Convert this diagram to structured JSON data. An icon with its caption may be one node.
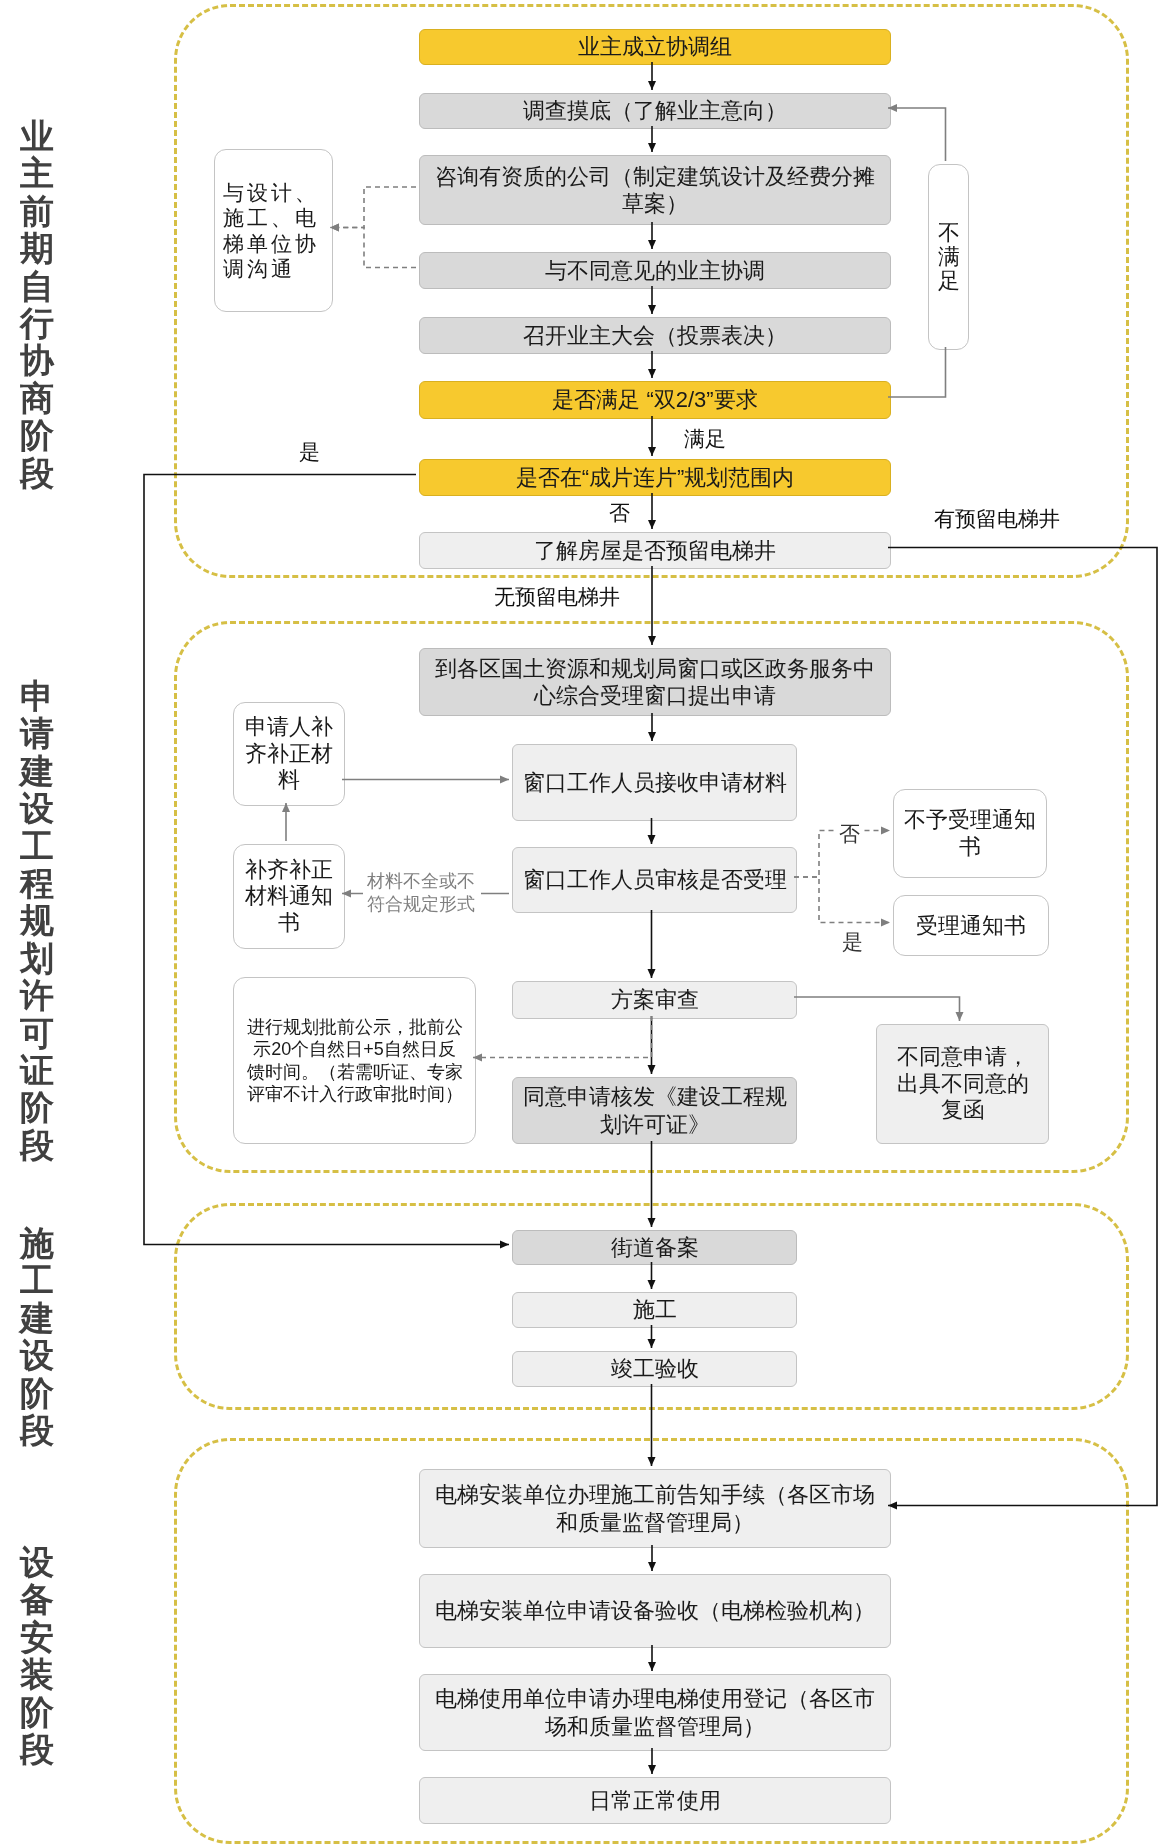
{
  "diagram": {
    "nodes": [
      {
        "text": [],
        "shape": "box"
      },
      {
        "text": [],
        "shape": "box"
      },
      {
        "text": [],
        "shape": "box"
      },
      {
        "text": [],
        "shape": "box"
      },
      {
        "text": [
          "业主成立协调组"
        ],
        "in": 0
      },
      {
        "text": [
          "调查摸底（了解业主意向）"
        ],
        "in": 0
      },
      {
        "text": [
          "咨询有资质的公司（制定建筑设计及经费分摊草案）"
        ],
        "in": 0
      },
      {
        "text": [
          "与不同意见的业主协调"
        ],
        "in": 0
      },
      {
        "text": [
          "召开业主大会（投票表决）"
        ],
        "in": 0
      },
      {
        "text": [
          "是否满足 “双2/3”要求"
        ],
        "in": 0
      },
      {
        "text": [
          "是否在“成片连片”规划范围内"
        ],
        "in": 0
      },
      {
        "text": [
          "了解房屋是否预留电梯井"
        ],
        "in": 0
      },
      {
        "text": [
          "与设计、施工、电梯单位协调沟通"
        ],
        "in": 0
      },
      {
        "text": [
          "不满足"
        ],
        "in": 0
      },
      {
        "text": [
          "到各区国土资源和规划局窗口或区政务服务中心综合受理窗口提出申请"
        ],
        "in": 1
      },
      {
        "text": [
          "申请人补齐补正材料"
        ],
        "in": 1
      },
      {
        "text": [
          "窗口工作人员接收申请材料"
        ],
        "in": 1
      },
      {
        "text": [
          "补齐补正材料通知书"
        ],
        "in": 1
      },
      {
        "text": [
          "窗口工作人员审核是否受理"
        ],
        "in": 1
      },
      {
        "text": [
          "不予受理通知书"
        ],
        "in": 1
      },
      {
        "text": [
          "受理通知书"
        ],
        "in": 1
      },
      {
        "text": [
          "进行规划批前公示，批前公示20个自然日+5自然日反馈时间。（若需听证、专家评审不计入行政审批时间）"
        ],
        "in": 1
      },
      {
        "text": [
          "方案审查"
        ],
        "in": 1
      },
      {
        "text": [
          "不同意申请，出具不同意的复函"
        ],
        "in": 1
      },
      {
        "text": [
          "同意申请核发《建设工程规划许可证》"
        ],
        "in": 1
      },
      {
        "text": [
          "街道备案"
        ],
        "in": 2
      },
      {
        "text": [
          "施工"
        ],
        "in": 2
      },
      {
        "text": [
          "竣工验收"
        ],
        "in": 2
      },
      {
        "text": [
          "电梯安装单位办理施工前告知手续（各区市场和质量监督管理局）"
        ],
        "in": 3
      },
      {
        "text": [
          "电梯安装单位申请设备验收（电梯检验机构）"
        ],
        "in": 3
      },
      {
        "text": [
          "电梯使用单位申请办理电梯使用登记（各区市场和质量监督管理局）"
        ],
        "in": 3
      },
      {
        "text": [
          "日常正常使用"
        ],
        "in": 3
      }
    ],
    "edges": [
      {
        "from": 4,
        "to": 5,
        "arrow": "to"
      },
      {
        "from": 5,
        "to": 6,
        "arrow": "to"
      },
      {
        "from": 6,
        "to": 7,
        "arrow": "to"
      },
      {
        "from": 7,
        "to": 8,
        "arrow": "to"
      },
      {
        "from": 8,
        "to": 9,
        "arrow": "to"
      },
      {
        "from": 9,
        "to": 10,
        "arrow": "to",
        "label": "满足"
      },
      {
        "from": 10,
        "to": 11,
        "arrow": "to",
        "label": "否"
      },
      {
        "from": 11,
        "to": 14,
        "arrow": "to",
        "label": "无预留电梯井"
      },
      {
        "from": 9,
        "to": 13,
        "arrow": "none",
        "color": "#7f7f7f"
      },
      {
        "from": 13,
        "to": 5,
        "arrow": "to",
        "color": "#7f7f7f"
      },
      {
        "from": 6,
        "to": 12,
        "arrow": "to",
        "style": "dashed",
        "color": "#7f7f7f"
      },
      {
        "from": 7,
        "to": 12,
        "arrow": "to",
        "style": "dashed",
        "color": "#7f7f7f"
      },
      {
        "from": 10,
        "to": 25,
        "arrow": "to",
        "label": "是"
      },
      {
        "from": 11,
        "to": 28,
        "arrow": "to",
        "label": "有预留电梯井"
      },
      {
        "from": 14,
        "to": 16,
        "arrow": "to"
      },
      {
        "from": 15,
        "to": 16,
        "arrow": "to",
        "color": "#7f7f7f"
      },
      {
        "from": 16,
        "to": 18,
        "arrow": "to"
      },
      {
        "from": 17,
        "to": 15,
        "arrow": "to",
        "color": "#7f7f7f"
      },
      {
        "from": 18,
        "to": 17,
        "arrow": "to",
        "label": "材料不全或不符合规定形式",
        "color": "#7f7f7f"
      },
      {
        "from": 18,
        "to": 19,
        "arrow": "to",
        "label": "否",
        "style": "dashed",
        "color": "#7f7f7f"
      },
      {
        "from": 18,
        "to": 20,
        "arrow": "to",
        "label": "是",
        "style": "dashed",
        "color": "#7f7f7f"
      },
      {
        "from": 18,
        "to": 22,
        "arrow": "to"
      },
      {
        "from": 22,
        "to": 23,
        "arrow": "to",
        "color": "#7f7f7f"
      },
      {
        "from": 22,
        "to": 24,
        "arrow": "to"
      },
      {
        "from": 22,
        "to": 21,
        "arrow": "to",
        "style": "dashed",
        "color": "#7f7f7f"
      },
      {
        "from": 24,
        "to": 25,
        "arrow": "to"
      },
      {
        "from": 25,
        "to": 26,
        "arrow": "to"
      },
      {
        "from": 26,
        "to": 27,
        "arrow": "to"
      },
      {
        "from": 27,
        "to": 28,
        "arrow": "to"
      },
      {
        "from": 28,
        "to": 29,
        "arrow": "to"
      },
      {
        "from": 29,
        "to": 30,
        "arrow": "to"
      },
      {
        "from": 30,
        "to": 31,
        "arrow": "to"
      }
    ],
    "labels": [
      "业主前期自行协商阶段",
      "申请建设工程规划许可证阶段",
      "施工建设阶段",
      "设备安装阶段"
    ]
  }
}
